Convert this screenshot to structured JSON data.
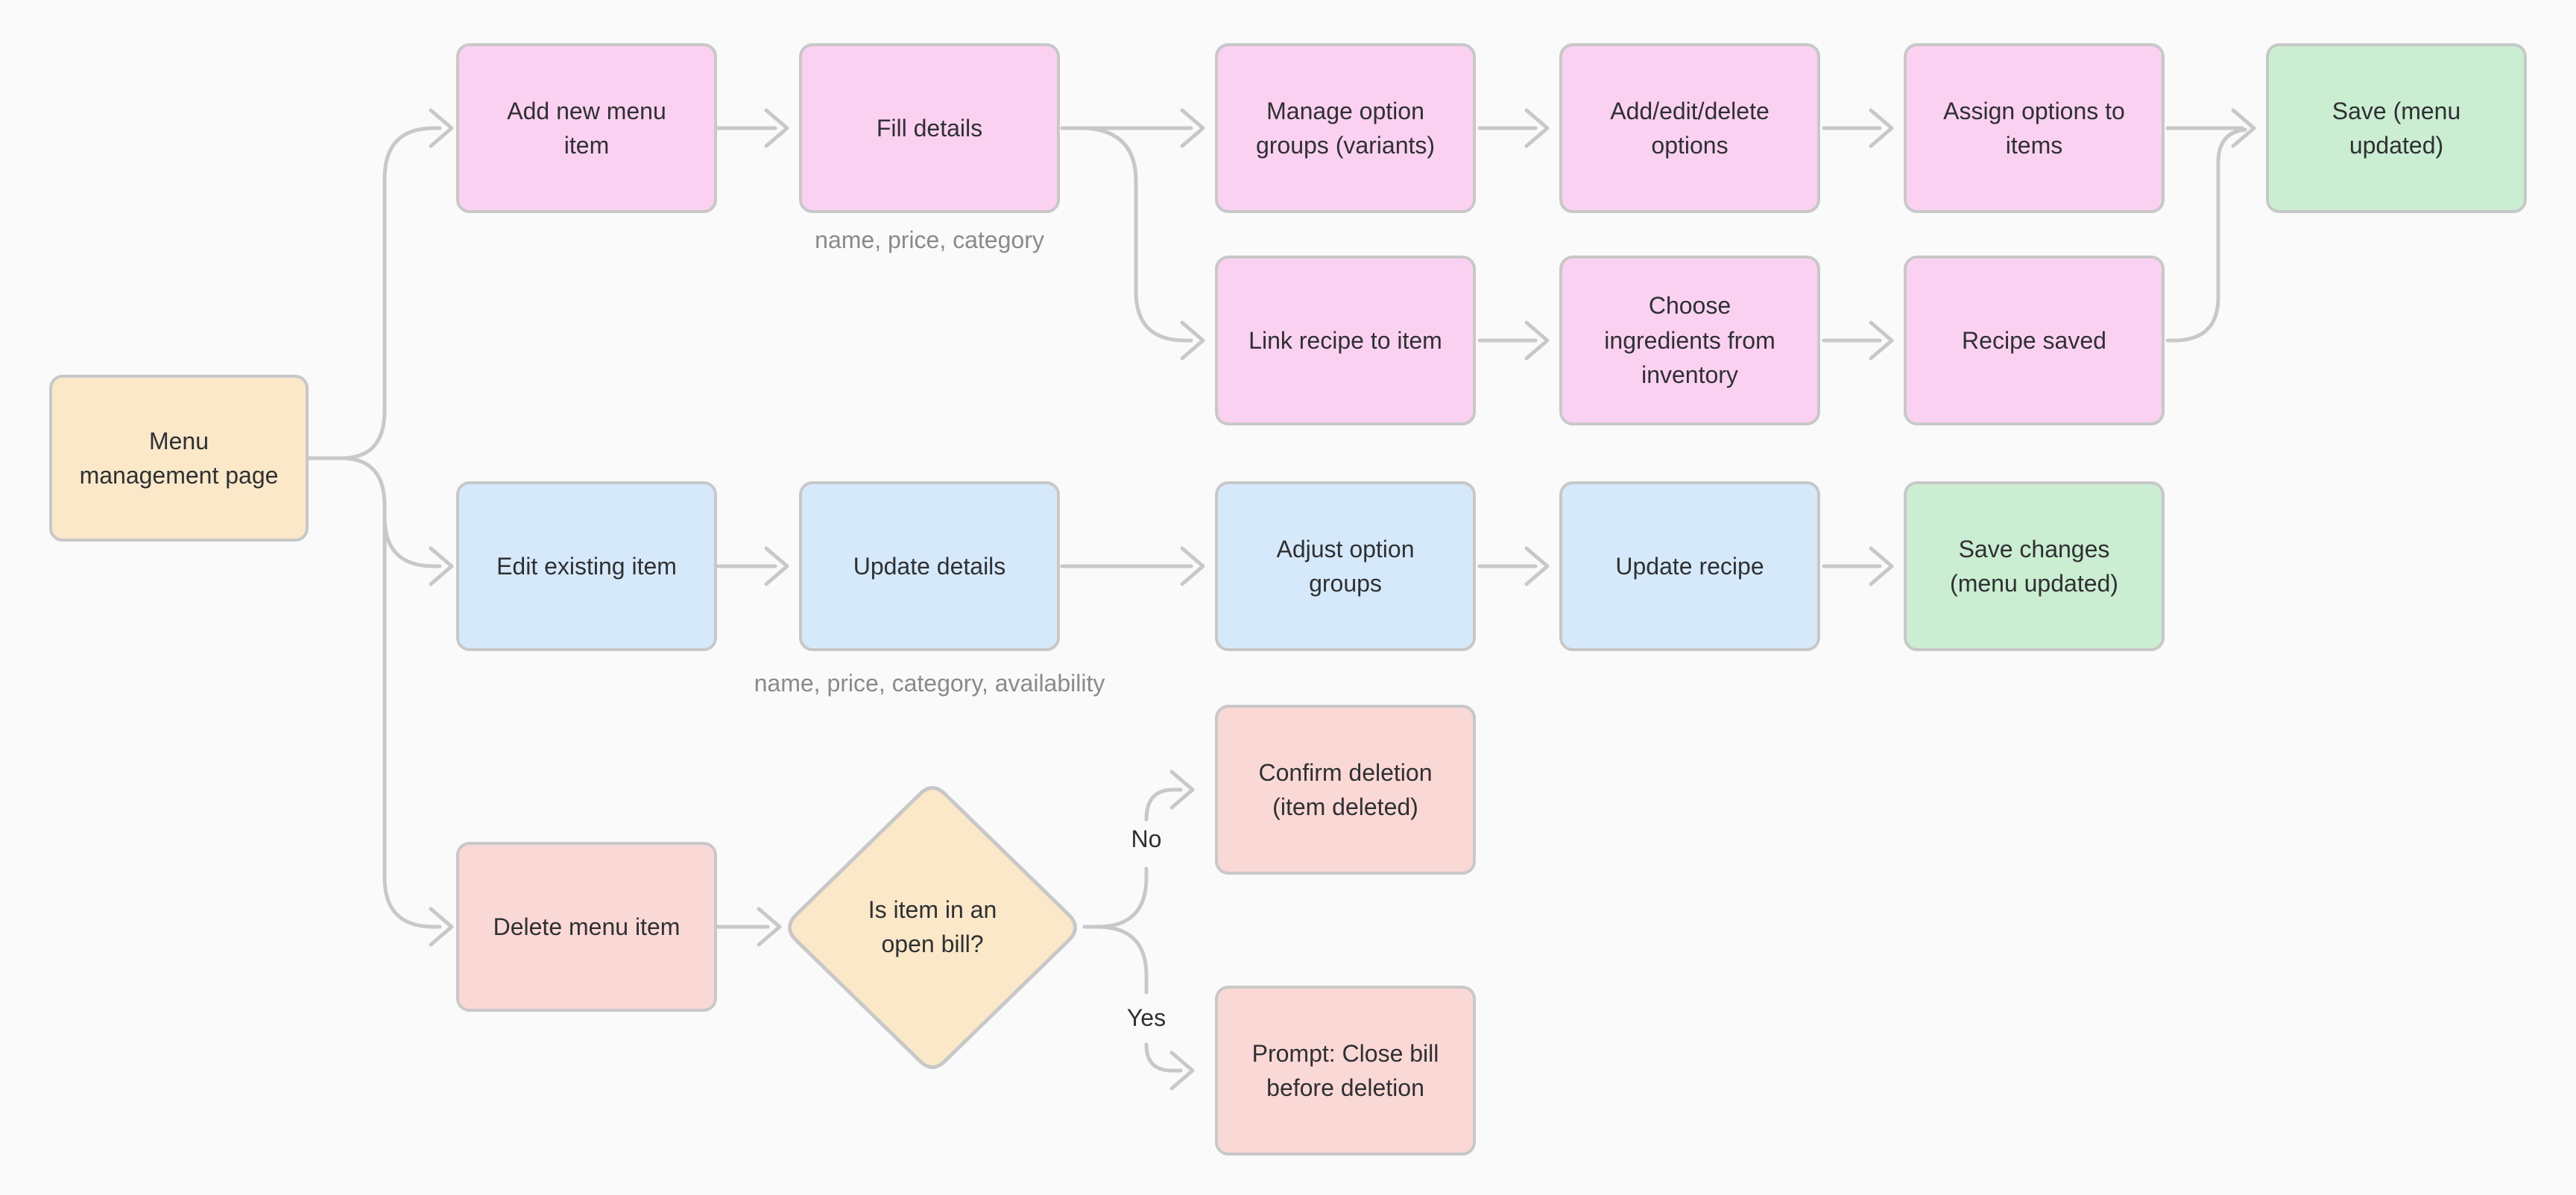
{
  "diagram": {
    "background": "#FAFAFA",
    "colors": {
      "edge": "#C8C8C8",
      "node_border": "#C8C8C8",
      "pink": "#FBD1F1",
      "blue": "#D6E9FB",
      "green": "#CBEDD2",
      "cream": "#FAE8C9",
      "red": "#FAD8D5",
      "text": "#2F3033",
      "note_text": "#8A8A8A"
    },
    "nodes": {
      "menu": {
        "label": "Menu\nmanagement page"
      },
      "add_new": {
        "label": "Add new menu\nitem"
      },
      "fill_details": {
        "label": "Fill details"
      },
      "manage_groups": {
        "label": "Manage option\ngroups (variants)"
      },
      "add_edit_delete": {
        "label": "Add/edit/delete\noptions"
      },
      "assign_options": {
        "label": "Assign options to\nitems"
      },
      "save_menu": {
        "label": "Save (menu\nupdated)"
      },
      "link_recipe": {
        "label": "Link recipe to item"
      },
      "choose_ingredients": {
        "label": "Choose\ningredients from\ninventory"
      },
      "recipe_saved": {
        "label": "Recipe saved"
      },
      "edit_existing": {
        "label": "Edit existing item"
      },
      "update_details": {
        "label": "Update details"
      },
      "adjust_groups": {
        "label": "Adjust option\ngroups"
      },
      "update_recipe": {
        "label": "Update recipe"
      },
      "save_changes": {
        "label": "Save changes\n(menu updated)"
      },
      "delete_item": {
        "label": "Delete menu item"
      },
      "open_bill_decision": {
        "label": "Is item in an\nopen bill?"
      },
      "confirm_deletion": {
        "label": "Confirm deletion\n(item deleted)"
      },
      "prompt_close": {
        "label": "Prompt: Close bill\nbefore deletion"
      }
    },
    "annotations": {
      "fill_details_note": "name, price, category",
      "update_details_note": "name, price, category, availability"
    },
    "edge_labels": {
      "no": "No",
      "yes": "Yes"
    }
  }
}
